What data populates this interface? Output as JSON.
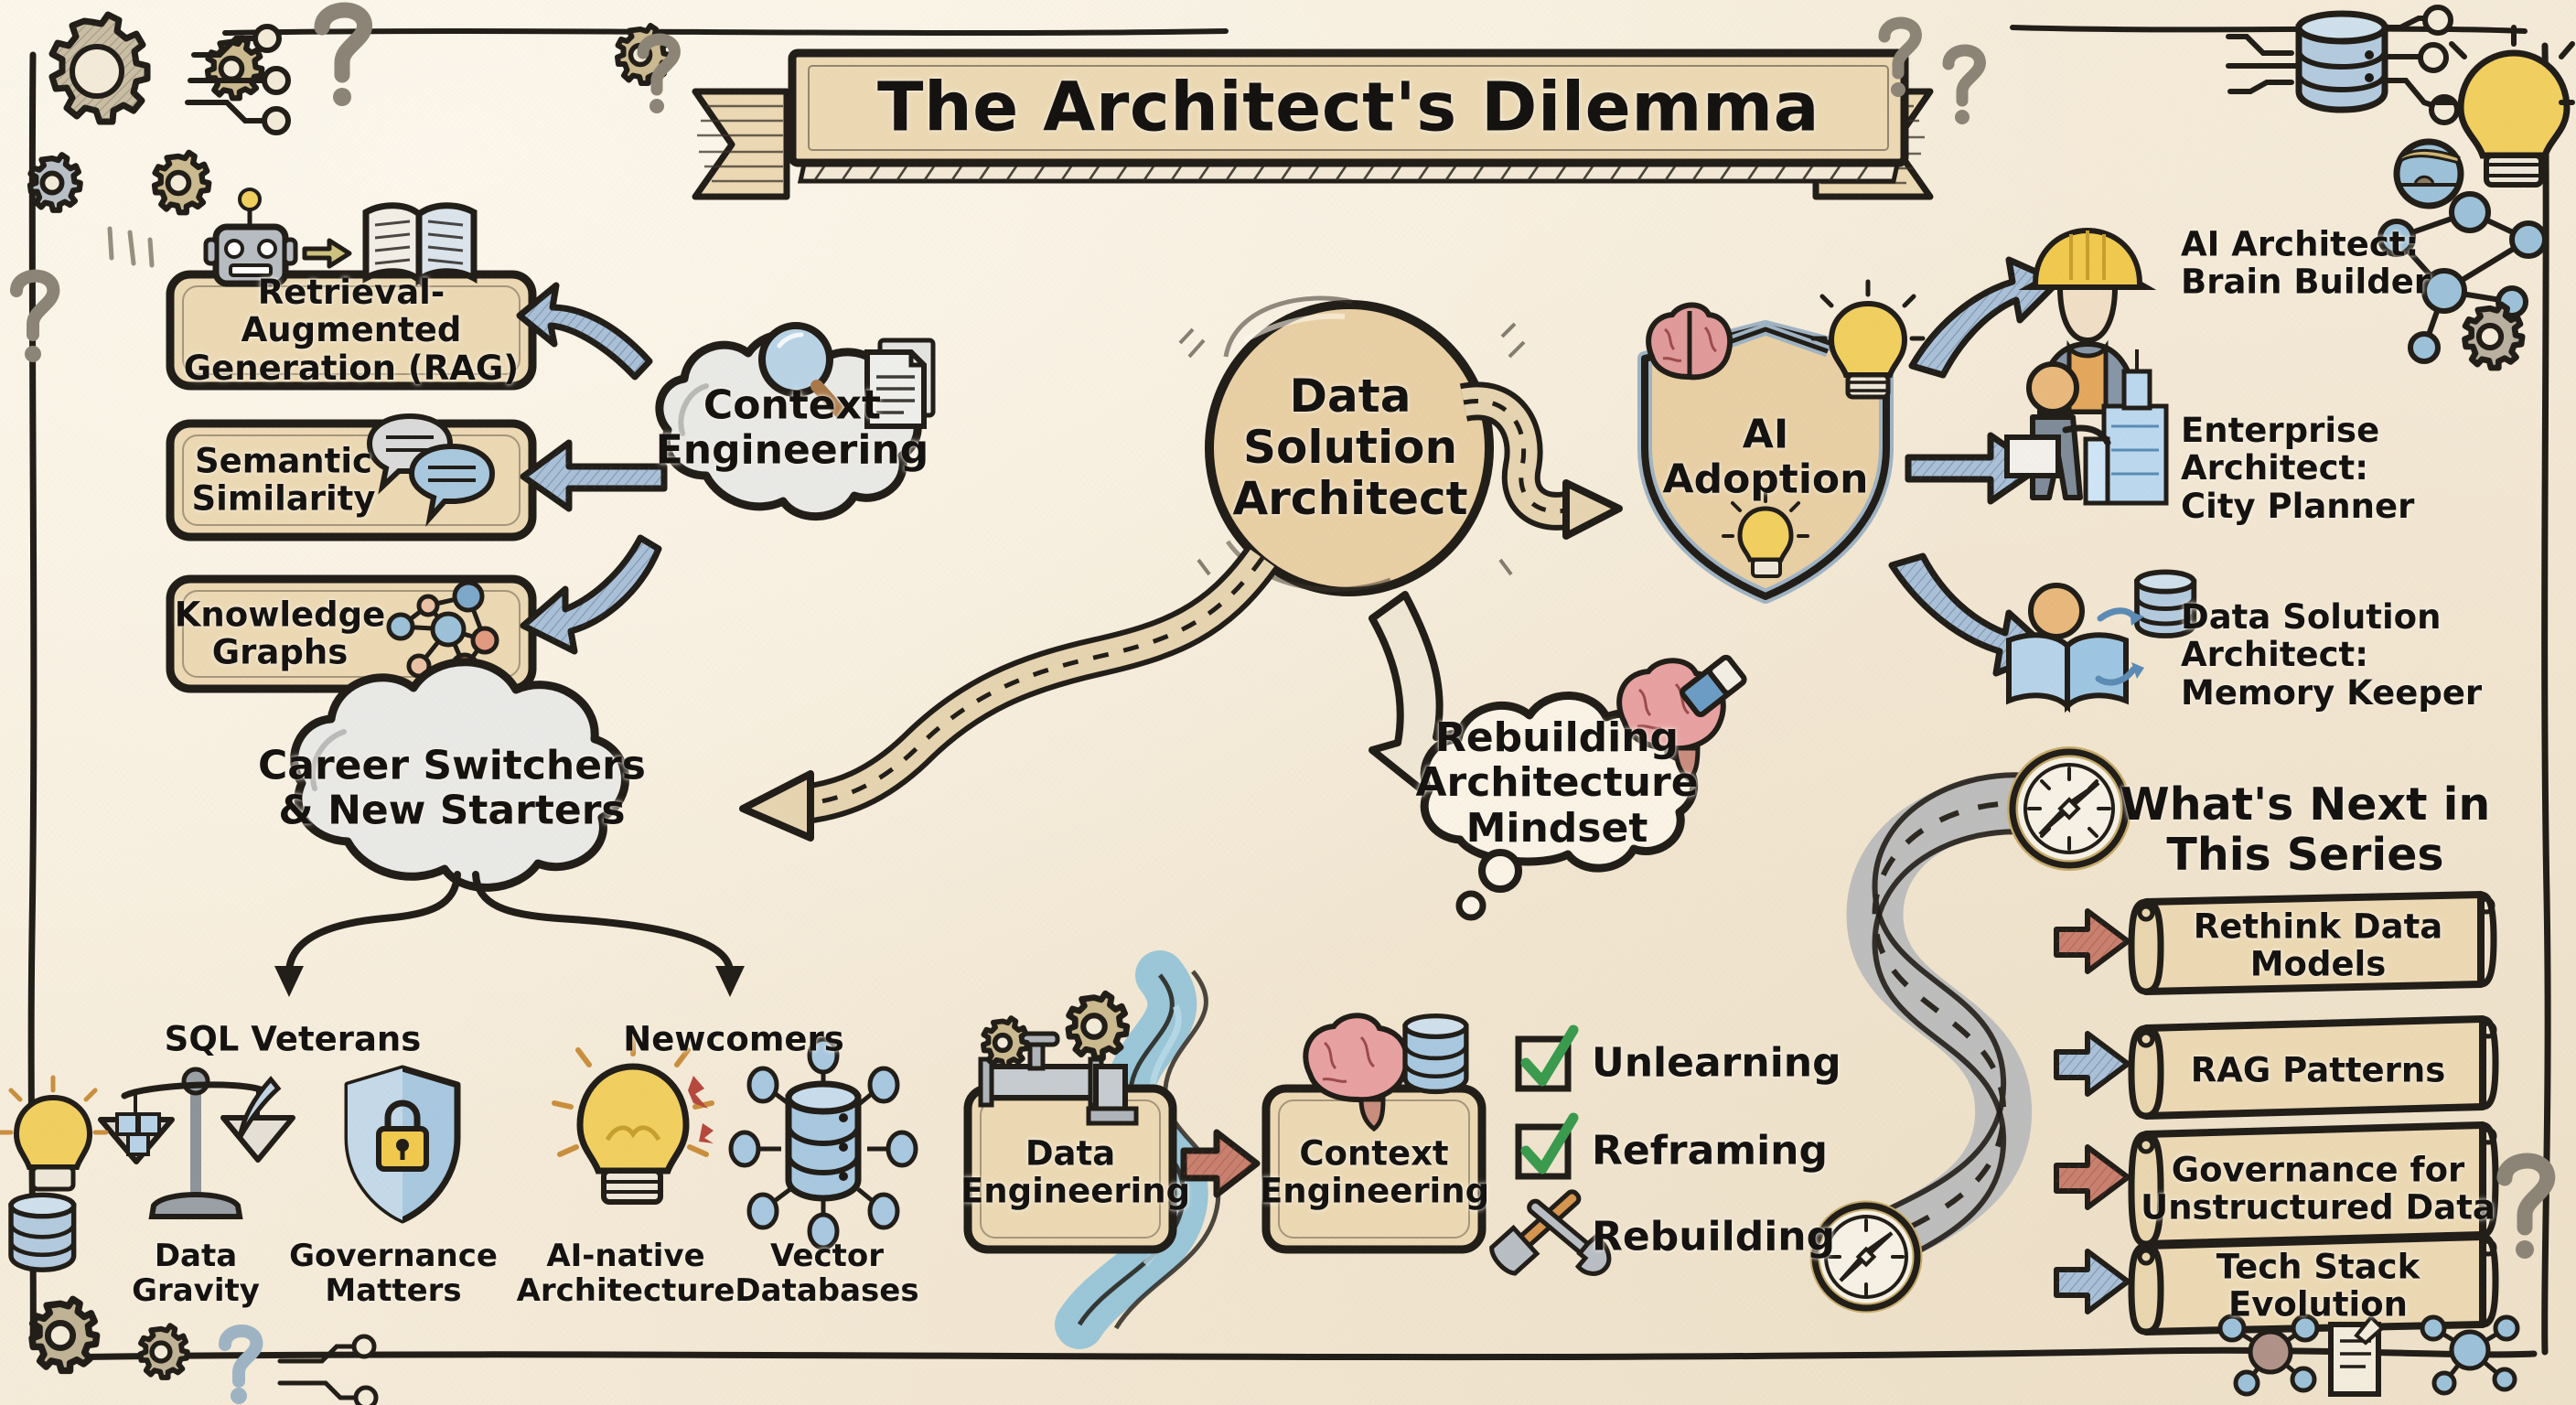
{
  "title": "The Architect's Dilemma",
  "center": {
    "label": "Data\nSolution\nArchitect"
  },
  "context_cloud": {
    "label": "Context\nEngineering",
    "icons": [
      "magnifier-icon",
      "documents-icon"
    ]
  },
  "context_items": [
    {
      "label": "Retrieval-Augmented\nGeneration (RAG)",
      "icons": [
        "robot-icon",
        "open-book-icon"
      ]
    },
    {
      "label": "Semantic\nSimilarity",
      "icons": [
        "speech-bubbles-icon"
      ]
    },
    {
      "label": "Knowledge\nGraphs",
      "icons": [
        "node-graph-icon"
      ]
    }
  ],
  "ai_adoption": {
    "label": "AI\nAdoption",
    "icons": [
      "brain-icon",
      "lightbulb-icon",
      "shield-icon"
    ]
  },
  "architect_roles": [
    {
      "label": "AI Architect:\nBrain Builder",
      "icon": "hardhat-worker-icon"
    },
    {
      "label": "Enterprise Architect:\nCity Planner",
      "icon": "city-planner-icon"
    },
    {
      "label": "Data Solution Architect:\nMemory Keeper",
      "icon": "book-database-icon"
    }
  ],
  "career_cloud": {
    "label": "Career Switchers\n& New Starters"
  },
  "career_branches": [
    {
      "label": "SQL Veterans"
    },
    {
      "label": "Newcomers"
    }
  ],
  "career_items": [
    {
      "label": "Data\nGravity",
      "icon": "scales-icon"
    },
    {
      "label": "Governance\nMatters",
      "icon": "shield-lock-icon"
    },
    {
      "label": "AI-native\nArchitecture",
      "icon": "lightbulb-spark-icon"
    },
    {
      "label": "Vector\nDatabases",
      "icon": "vector-db-icon"
    }
  ],
  "mindset_cloud": {
    "label": "Rebuilding\nArchitecture\nMindset",
    "icon": "brain-eraser-icon"
  },
  "mindset_items": [
    {
      "label": "Unlearning",
      "marker": "checkbox-check-icon"
    },
    {
      "label": "Reframing",
      "marker": "checkbox-check-icon"
    },
    {
      "label": "Rebuilding",
      "marker": "hammer-wrench-icon"
    }
  ],
  "transition": {
    "from": {
      "label": "Data\nEngineering",
      "icons": [
        "pipe-valve-icon",
        "gears-icon"
      ]
    },
    "to": {
      "label": "Context\nEngineering",
      "icons": [
        "brain-icon",
        "database-icon"
      ]
    },
    "arrow": "right-arrow-icon"
  },
  "series": {
    "heading": "What's Next in\nThis Series",
    "icon": "compass-icon",
    "items": [
      {
        "label": "Rethink Data Models",
        "arrow_color": "#c97f6e"
      },
      {
        "label": "RAG Patterns",
        "arrow_color": "#7e9fc2"
      },
      {
        "label": "Governance for\nUnstructured Data",
        "arrow_color": "#c97f6e"
      },
      {
        "label": "Tech Stack Evolution",
        "arrow_color": "#7e9fc2"
      }
    ]
  },
  "palette": {
    "paper": "#f5ebd9",
    "ink": "#1d1a16",
    "tan_fill": "#ecd9b4",
    "cloud_fill": "#e9e9e7",
    "blue_arrow": "#a9c0d8",
    "red_arrow": "#c9806f",
    "road_gray": "#bdbdbd",
    "yellow": "#f3cf57",
    "brain_pink": "#e7a0a0",
    "water_blue": "#8dc2d8",
    "green_check": "#3a9a4e"
  }
}
